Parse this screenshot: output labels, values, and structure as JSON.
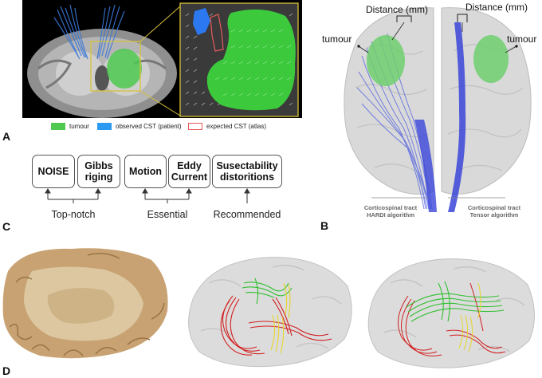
{
  "panels": {
    "a": {
      "letter": "A"
    },
    "b": {
      "letter": "B"
    },
    "c": {
      "letter": "C"
    },
    "d": {
      "letter": "D"
    }
  },
  "legend": [
    {
      "label": "tumour",
      "color": "#4fc94f",
      "style": "fill"
    },
    {
      "label": "observed CST (patient)",
      "color": "#2b9af0",
      "style": "fill"
    },
    {
      "label": "expected CST (atlas)",
      "color": "#e85a5a",
      "style": "outline"
    }
  ],
  "brain_labels": {
    "distance_left": "Distance (mm)",
    "distance_right": "Distance (mm)",
    "tumour_left": "tumour",
    "tumour_right": "tumour",
    "tract_left_line1": "Corticospinal tract",
    "tract_left_line2": "HARDI algorithm",
    "tract_right_line1": "Corticospinal tract",
    "tract_right_line2": "Tensor algorithm"
  },
  "artifacts": {
    "boxes": [
      {
        "label": "NOISE"
      },
      {
        "label": "Gibbs riging"
      },
      {
        "label": "Motion"
      },
      {
        "label": "Eddy Current"
      },
      {
        "label": "Susectability distoritions"
      }
    ],
    "groups": [
      {
        "label": "Top-notch"
      },
      {
        "label": "Essential"
      },
      {
        "label": "Recommended"
      }
    ]
  },
  "colors": {
    "tumour": "#4fc94f",
    "tract_blue": "#3a45d8",
    "tract_red": "#d21f1f",
    "tract_green": "#30c030",
    "tract_yellow": "#e6d62a",
    "highlight_frame": "#d8c23a"
  }
}
